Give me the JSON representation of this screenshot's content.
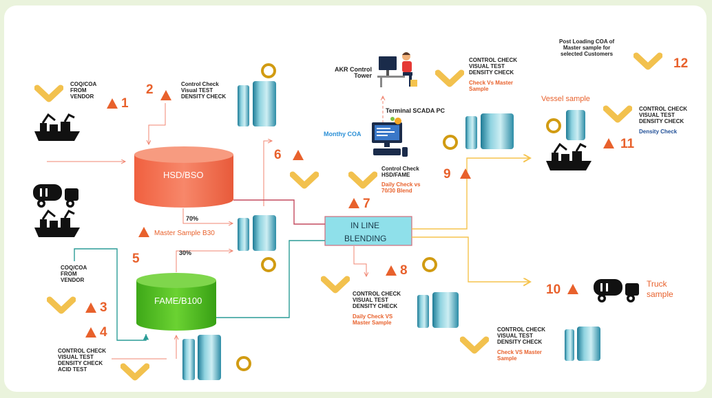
{
  "tanks": {
    "hsd": "HSD/BSO",
    "fame": "FAME/B100"
  },
  "blending": {
    "line1": "IN LINE",
    "line2": "BLENDING"
  },
  "flow_labels": {
    "pct70": "70%",
    "pct30": "30%",
    "master_sample": "Master Sample B30",
    "monthly_coa": "Monthy COA",
    "terminal_scada": "Terminal SCADA PC",
    "akr_tower": "AKR Control\nTower",
    "vessel_sample": "Vessel sample",
    "truck_sample": "Truck\nsample"
  },
  "notes": {
    "coq_top": "COQ/COA\nFROM\nVENDOR",
    "n2": "Control Check\nVisual TEST\nDENSITY CHECK",
    "coq_bottom": "COQ/COA\nFROM\nVENDOR",
    "n4": "CONTROL CHECK\nVISUAL TEST\nDENSITY CHECK\nACID TEST",
    "n7_a": "Control Check\nHSD/FAME",
    "n7_b": "Daily Check vs\n70/30 Blend",
    "akr_a": "CONTROL CHECK\nVISUAL TEST\nDENSITY CHECK",
    "akr_b": "Check Vs Master\nSample",
    "n8_a": "CONTROL CHECK\nVISUAL TEST\nDENSITY CHECK",
    "n8_b": "Daily Check VS\nMaster Sample",
    "n10_a": "CONTROL CHECK\nVISUAL TEST\nDENSITY CHECK",
    "n10_b": "Check VS Master\nSample",
    "n11_a": "CONTROL CHECK\nVISUAL TEST\nDENSITY CHECK",
    "n11_b": "Density Check",
    "n12": "Post Loading COA of\nMaster sample for\nselected Customers"
  },
  "steps": {
    "s1": "1",
    "s2": "2",
    "s3": "3",
    "s4": "4",
    "s5": "5",
    "s6": "6",
    "s7": "7",
    "s8": "8",
    "s9": "9",
    "s10": "10",
    "s11": "11",
    "s12": "12"
  },
  "colors": {
    "accent": "#e8612c",
    "gold": "#f2c14e",
    "hsd_tank": "#f26b4f",
    "fame_tank": "#4cb81f",
    "blend_box": "#8fe0ea",
    "teal_line": "#2a9c96",
    "yellow_line": "#f5c34d"
  }
}
